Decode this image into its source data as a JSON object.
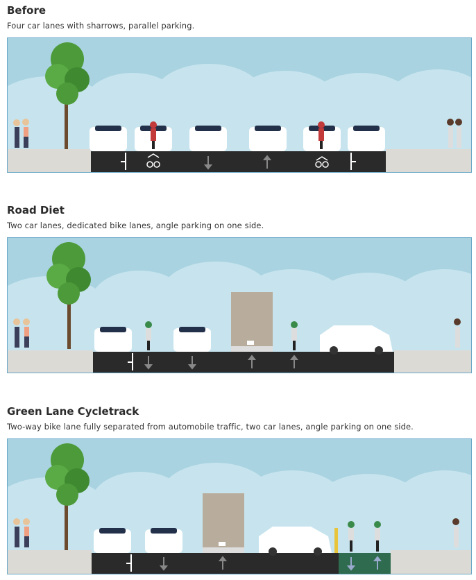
{
  "sections": [
    {
      "title": "Before",
      "description": "Four car lanes with sharrows, parallel parking."
    },
    {
      "title": "Road Diet",
      "description": "Two car lanes, dedicated bike lanes, angle parking on one side."
    },
    {
      "title": "Green Lane Cycletrack",
      "description": "Two-way bike lane fully separated from automobile traffic, two car lanes, angle parking on one side."
    }
  ],
  "colors": {
    "sky": "#a9d3e1",
    "cloud": "#c7e4ee",
    "sidewalk": "#dcdad5",
    "road": "#2a2a2a",
    "bike_lane_green": "#2e6b4f",
    "tree_foliage": "#4d9a3a",
    "car_body": "#ffffff",
    "truck_box": "#b8ad9c",
    "frame_border": "#6aa8c8"
  },
  "icons": [
    "person-icon",
    "tree-icon",
    "car-icon",
    "cyclist-icon",
    "truck-icon",
    "suv-icon",
    "arrow-up-icon",
    "arrow-down-icon",
    "sharrow-icon",
    "bollard-icon"
  ]
}
